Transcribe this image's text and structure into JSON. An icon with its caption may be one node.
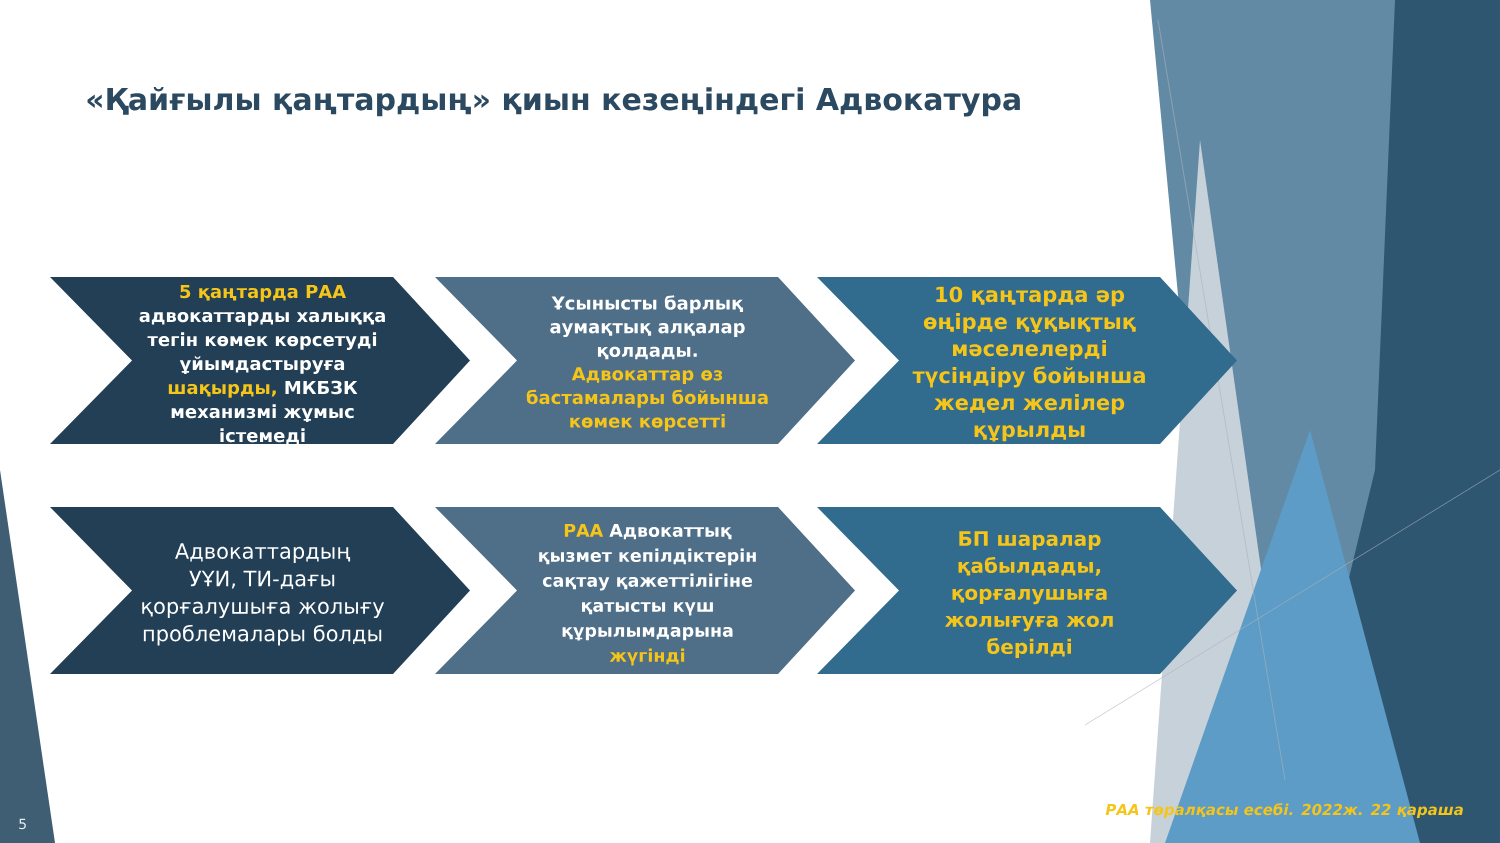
{
  "diagram": {
    "title": "«Қайғылы қаңтардың» қиын кезеңіндегі Адвокатура",
    "nodes": [
      {
        "text": [
          "**5 қаңтарда РАА** адвокаттарды халыққа тегін көмек көрсетуді ұйымдастыруға **шақырды,** МКБЗК механизмі жұмыс істемеді"
        ]
      },
      {
        "text": [
          "Ұсынысты барлық аумақтық алқалар қолдады.",
          "Адвокаттар өз бастамалары бойынша көмек көрсетті"
        ]
      },
      {
        "text": [
          "10 қаңтарда әр өңірде құқықтық мәселелерді түсіндіру бойынша жедел желілер құрылды"
        ]
      },
      {
        "text": [
          "Адвокаттардың УҰИ, ТИ-дағы қорғалушыға жолығу проблемалары болды"
        ]
      },
      {
        "text": [
          "**РАА** Адвокаттық қызмет кепілдіктерін сақтау қажеттілігіне қатысты күш құрылымдарына **жүгінді**"
        ]
      },
      {
        "text": [
          "БП шаралар қабылдады, қорғалушыға жолығуға жол берілді"
        ]
      }
    ],
    "labels": [
      "5",
      "РАА төралқасы есебі. 2022ж. 22 қараша"
    ]
  }
}
